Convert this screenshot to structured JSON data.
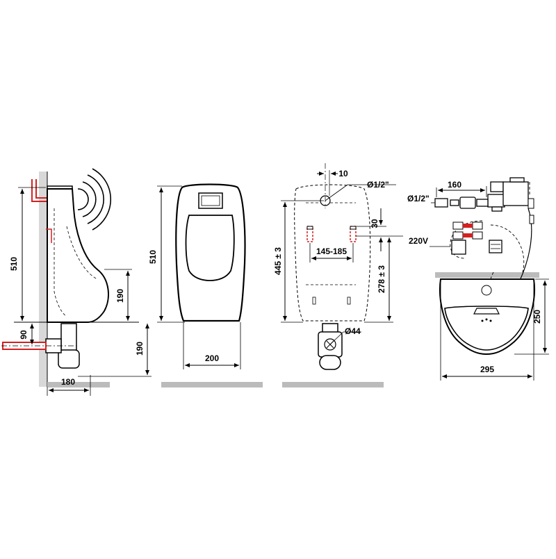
{
  "views": {
    "side": {
      "height_label": "510",
      "depth_label": "180",
      "lower_height_label": "190",
      "outlet_depth_label": "190",
      "pipe_height_label": "90"
    },
    "front": {
      "height_label": "510",
      "width_label": "200"
    },
    "rear": {
      "offset_label": "10",
      "inlet_label": "Ø1/2\"",
      "hanger_offset_label": "30",
      "hanger_span_label": "145-185",
      "inlet_height_label": "445 ± 3",
      "hanger_height_label": "278 ± 3",
      "outlet_label": "Ø44"
    },
    "top": {
      "valve_length_label": "160",
      "inlet_label": "Ø1/2\"",
      "power_label": "220V",
      "depth_label": "250",
      "width_label": "295"
    }
  },
  "colors": {
    "line": "#000000",
    "pipe_red": "#d42020",
    "floor_gray": "#bbbbbb",
    "fill_gray": "#d8d8d8"
  }
}
